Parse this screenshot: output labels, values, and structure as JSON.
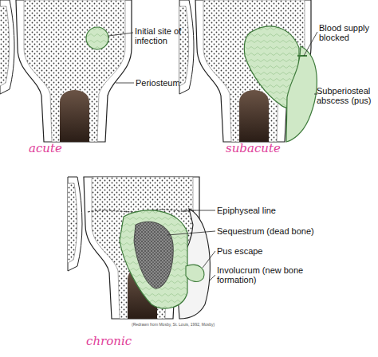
{
  "diagram": {
    "labels": [
      "Initial site of infection",
      "Periosteum",
      "acute",
      "Blood supply blocked",
      "Subperiosteal abscess (pus)",
      "subacute",
      "Epiphyseal line",
      "Sequestrum (dead bone)",
      "Pus escape",
      "Involucrum (new bone formation)",
      "chronic",
      "(Redrawn from Mosby, St. Louis, 1992, Mosby)"
    ]
  }
}
